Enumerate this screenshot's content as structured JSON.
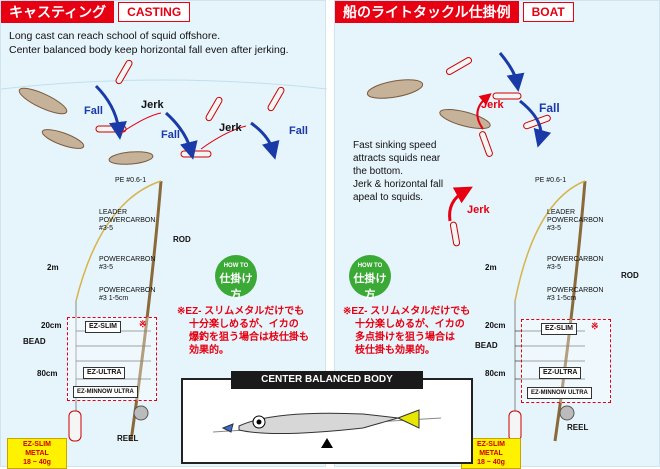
{
  "left": {
    "title_jp": "キャスティング",
    "title_en": "CASTING",
    "description": [
      "Long cast can reach school of squid offshore.",
      "Center balanced body keep horizontal fall even after jerking."
    ],
    "action_labels": {
      "fall_1": "Fall",
      "jerk_1": "Jerk",
      "fall_2": "Fall",
      "jerk_2": "Jerk",
      "fall_3": "Fall"
    },
    "rig": {
      "pe": "PE #0.6-1",
      "leader": [
        "LEADER",
        "POWERCARBON",
        "#3-5"
      ],
      "leader_length": "2m",
      "powercarbon_1": [
        "POWERCARBON",
        "#3-5"
      ],
      "powercarbon_2": [
        "POWERCARBON",
        "#3 1-5cm"
      ],
      "rod": "ROD",
      "len_20": "20cm",
      "bead": "BEAD",
      "len_80": "80cm",
      "reel": "REEL",
      "products": [
        "EZ-SLIM",
        "EZ-ULTRA",
        "EZ-MINNOW ULTRA"
      ],
      "mark": "※",
      "weight_tag": [
        "EZ-SLIM METAL",
        "18 ~ 40g"
      ]
    },
    "howto": {
      "top": "HOW TO",
      "main": "仕掛け方"
    },
    "note": [
      "※EZ- スリムメタルだけでも",
      "十分楽しめるが、イカの",
      "爆釣を狙う場合は枝仕掛も",
      "効果的。"
    ]
  },
  "right": {
    "title_jp": "船のライトタックル仕掛例",
    "title_en": "BOAT",
    "description": [
      "Fast sinking speed",
      "attracts squids near",
      "the bottom.",
      "Jerk & horizontal fall",
      "apeal to squids."
    ],
    "action_labels": {
      "jerk_top": "Jerk",
      "fall": "Fall",
      "jerk_bottom": "Jerk"
    },
    "rig": {
      "pe": "PE #0.6-1",
      "leader": [
        "LEADER",
        "POWERCARBON",
        "#3-5"
      ],
      "leader_length": "2m",
      "powercarbon_1": [
        "POWERCARBON",
        "#3-5"
      ],
      "powercarbon_2": [
        "POWERCARBON",
        "#3 1-5cm"
      ],
      "rod": "ROD",
      "len_20": "20cm",
      "bead": "BEAD",
      "len_80": "80cm",
      "reel": "REEL",
      "products": [
        "EZ-SLIM",
        "EZ-ULTRA",
        "EZ-MINNOW ULTRA"
      ],
      "mark": "※",
      "weight_tag": [
        "EZ-SLIM METAL",
        "18 ~ 40g"
      ]
    },
    "howto": {
      "top": "HOW TO",
      "main": "仕掛け方"
    },
    "note": [
      "※EZ- スリムメタルだけでも",
      "十分楽しめるが、イカの",
      "多点掛けを狙う場合は",
      "枝仕掛も効果的。"
    ]
  },
  "center": {
    "title": "CENTER BALANCED BODY"
  },
  "colors": {
    "red": "#e60012",
    "blue": "#1a3aa8",
    "green": "#3aa935",
    "yellow": "#fff200",
    "panel": "#e6f4fb"
  }
}
